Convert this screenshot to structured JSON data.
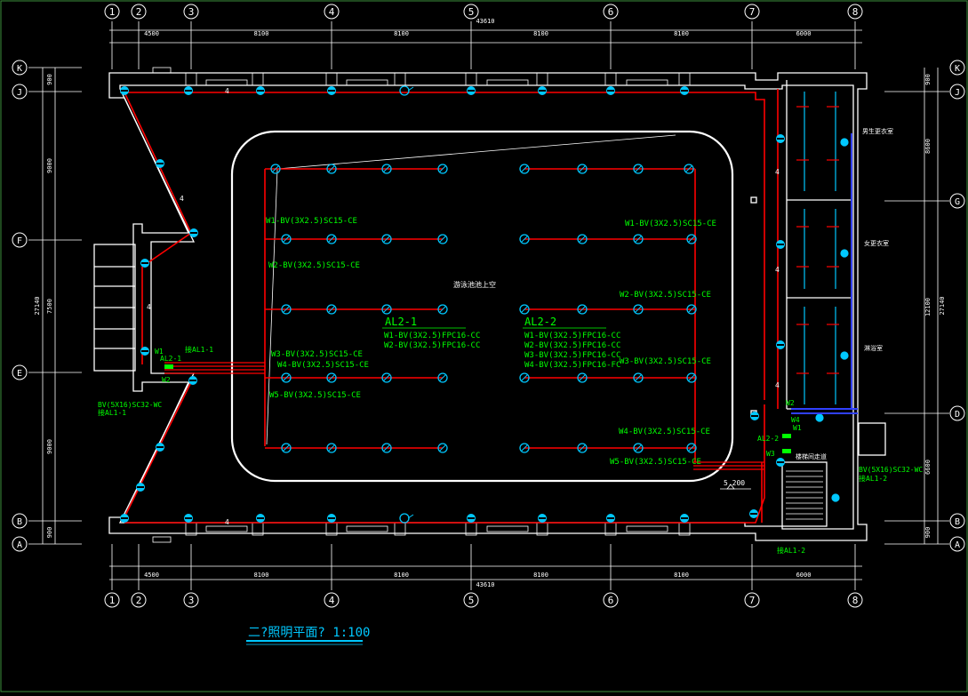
{
  "drawing": {
    "title": "二?照明平面? 1:100",
    "pool_label": "游泳池池上空",
    "elevation": "5.200",
    "overall_width": "43610",
    "overall_height": "27140"
  },
  "colors": {
    "background": "#000000",
    "structure": "#ffffff",
    "wiring": "#ff0000",
    "fixture": "#00c8ff",
    "text_label": "#00ff00",
    "axis": "#ffffff",
    "panel_blue": "#3040ff"
  },
  "column_axes": [
    "1",
    "2",
    "3",
    "4",
    "5",
    "6",
    "7",
    "8"
  ],
  "row_axes_left": [
    "K",
    "J",
    "F",
    "E",
    "B",
    "A"
  ],
  "row_axes_right": [
    "J",
    "G",
    "D",
    "B",
    "A"
  ],
  "top_dimensions": [
    "4500",
    "8100",
    "8100",
    "8100",
    "8100",
    "6000"
  ],
  "bottom_dimensions": [
    "4500",
    "8100",
    "8100",
    "8100",
    "8100",
    "6000"
  ],
  "left_dimensions": [
    "900",
    "9000",
    "7500",
    "9000",
    "900"
  ],
  "right_dimensions": [
    "900",
    "8600",
    "12100",
    "6600",
    "900"
  ],
  "total_vertical": "27140",
  "panels": [
    {
      "name": "AL2-1",
      "circuits": [
        "W1-BV(3X2.5)FPC16-CC",
        "W2-BV(3X2.5)FPC16-CC"
      ]
    },
    {
      "name": "AL2-2",
      "circuits": [
        "W1-BV(3X2.5)FPC16-CC",
        "W2-BV(3X2.5)FPC16-CC",
        "W3-BV(3X2.5)FPC16-CC",
        "W4-BV(3X2.5)FPC16-FC"
      ]
    }
  ],
  "circuit_labels_left": [
    "W1-BV(3X2.5)SC15-CE",
    "W2-BV(3X2.5)SC15-CE",
    "W3-BV(3X2.5)SC15-CE",
    "W4-BV(3X2.5)SC15-CE",
    "W5-BV(3X2.5)SC15-CE"
  ],
  "circuit_labels_right": [
    "W1-BV(3X2.5)SC15-CE",
    "W2-BV(3X2.5)SC15-CE",
    "W3-BV(3X2.5)SC15-CE",
    "W4-BV(3X2.5)SC15-CE",
    "W5-BV(3X2.5)SC15-CE"
  ],
  "feeder_left": {
    "cable": "BV(5X16)SC32-WC",
    "target": "接AL1-1",
    "from": "接AL1-1",
    "panel": "AL2-1",
    "w1": "W1",
    "w2": "W2"
  },
  "feeder_right": {
    "cable": "BV(5X16)SC32-WC",
    "target": "接AL1-2",
    "from": "接AL1-2",
    "panel": "AL2-2",
    "w1": "W1",
    "w2": "W2",
    "w3": "W3",
    "w4": "W4"
  },
  "room_labels": [
    "男生更衣室",
    "女更衣室",
    "淋浴室",
    "楼梯间走道"
  ],
  "small_numbers": [
    "4",
    "4",
    "4",
    "4",
    "4",
    "4",
    "4"
  ]
}
